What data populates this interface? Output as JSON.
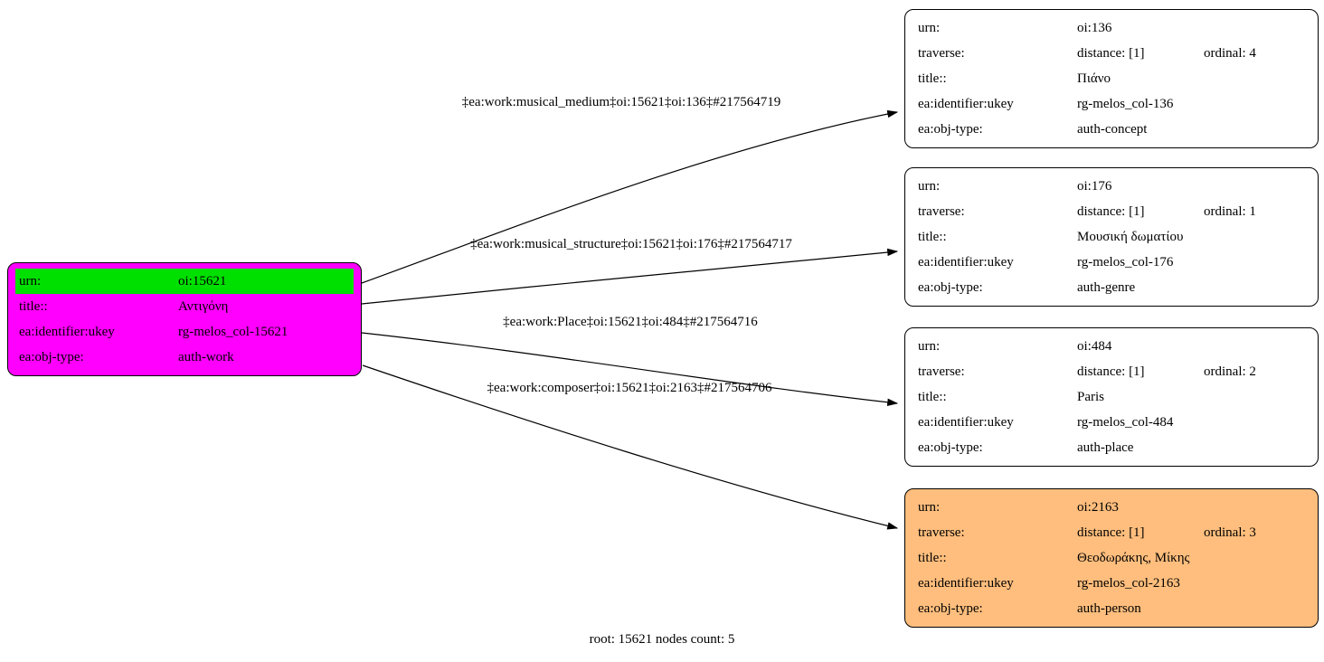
{
  "caption": "root: 15621 nodes count: 5",
  "colors": {
    "root_bg": "#ff00ff",
    "root_highlight": "#00e000",
    "node_bg": "#ffffff",
    "person_bg": "#ffbe7d",
    "edge_color": "#000000"
  },
  "root": {
    "rows": [
      {
        "label": "urn:",
        "value": "oi:15621"
      },
      {
        "label": "title::",
        "value": "Αντιγόνη"
      },
      {
        "label": "ea:identifier:ukey",
        "value": "rg-melos_col-15621"
      },
      {
        "label": "ea:obj-type:",
        "value": "auth-work"
      }
    ]
  },
  "nodes": [
    {
      "rows": [
        {
          "label": "urn:",
          "value": "oi:136"
        },
        {
          "label": "traverse:",
          "value": "distance: [1]",
          "extra": "ordinal: 4"
        },
        {
          "label": "title::",
          "value": "Πιάνο"
        },
        {
          "label": "ea:identifier:ukey",
          "value": "rg-melos_col-136"
        },
        {
          "label": "ea:obj-type:",
          "value": "auth-concept"
        }
      ]
    },
    {
      "rows": [
        {
          "label": "urn:",
          "value": "oi:176"
        },
        {
          "label": "traverse:",
          "value": "distance: [1]",
          "extra": "ordinal: 1"
        },
        {
          "label": "title::",
          "value": "Μουσική δωματίου"
        },
        {
          "label": "ea:identifier:ukey",
          "value": "rg-melos_col-176"
        },
        {
          "label": "ea:obj-type:",
          "value": "auth-genre"
        }
      ]
    },
    {
      "rows": [
        {
          "label": "urn:",
          "value": "oi:484"
        },
        {
          "label": "traverse:",
          "value": "distance: [1]",
          "extra": "ordinal: 2"
        },
        {
          "label": "title::",
          "value": "Paris"
        },
        {
          "label": "ea:identifier:ukey",
          "value": "rg-melos_col-484"
        },
        {
          "label": "ea:obj-type:",
          "value": "auth-place"
        }
      ]
    },
    {
      "rows": [
        {
          "label": "urn:",
          "value": "oi:2163"
        },
        {
          "label": "traverse:",
          "value": "distance: [1]",
          "extra": "ordinal: 3"
        },
        {
          "label": "title::",
          "value": "Θεοδωράκης, Μίκης"
        },
        {
          "label": "ea:identifier:ukey",
          "value": "rg-melos_col-2163"
        },
        {
          "label": "ea:obj-type:",
          "value": "auth-person"
        }
      ]
    }
  ],
  "edges": [
    {
      "label": "‡ea:work:musical_medium‡oi:15621‡oi:136‡#217564719"
    },
    {
      "label": "‡ea:work:musical_structure‡oi:15621‡oi:176‡#217564717"
    },
    {
      "label": "‡ea:work:Place‡oi:15621‡oi:484‡#217564716"
    },
    {
      "label": "‡ea:work:composer‡oi:15621‡oi:2163‡#217564706"
    }
  ]
}
